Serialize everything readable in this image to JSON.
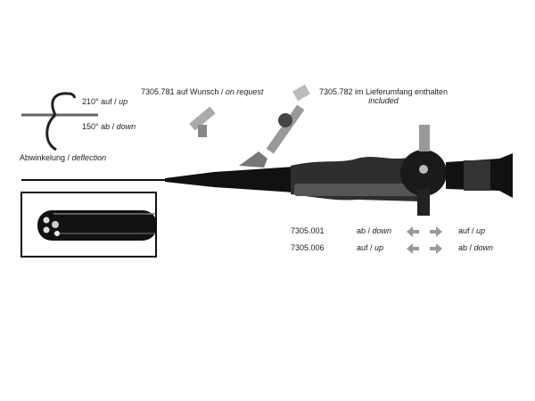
{
  "deflection": {
    "up_angle": "210° auf / ",
    "up_en": "up",
    "down_angle": "150° ab / ",
    "down_en": "down",
    "label_de": "Abwinkelung / ",
    "label_en": "deflection"
  },
  "accessories": {
    "optional_code": "7305.781 auf Wunsch / ",
    "optional_en": "on request",
    "included_code": "7305.782 im Lieferumfang enthalten",
    "included_en": "included"
  },
  "models": [
    {
      "code": "7305.001",
      "left_de": "ab / ",
      "left_en": "down",
      "right_de": "auf / ",
      "right_en": "up"
    },
    {
      "code": "7305.006",
      "left_de": "auf / ",
      "left_en": "up",
      "right_de": "ab / ",
      "right_en": "down"
    }
  ],
  "colors": {
    "arrow": "#999999",
    "body": "#1a1a1a",
    "grip": "#3a3a3a"
  }
}
